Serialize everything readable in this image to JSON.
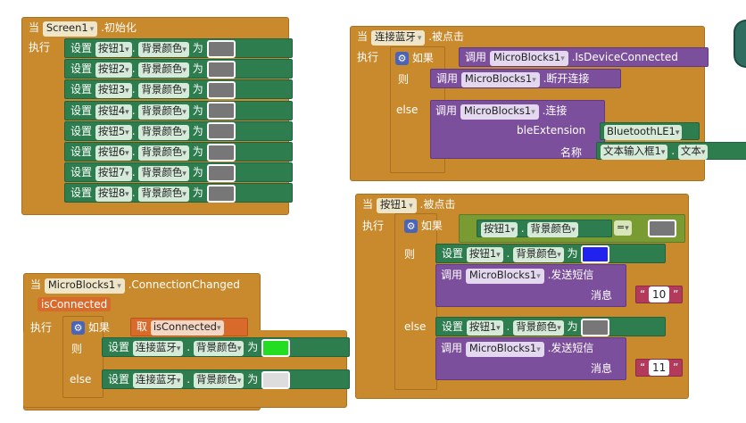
{
  "common": {
    "when": "当",
    "do": "执行",
    "set": "设置",
    "call": "调用",
    "bgcolor": "背景颜色",
    "to": "为",
    "if": "如果",
    "then": "则",
    "else": "else",
    "dot": ".",
    "arrow": "▾"
  },
  "block_init": {
    "component": "Screen1",
    "event": ".初始化",
    "buttons": [
      "按钮1",
      "按钮2",
      "按钮3",
      "按钮4",
      "按钮5",
      "按钮6",
      "按钮7",
      "按钮8"
    ]
  },
  "block_bt_click": {
    "component": "连接蓝牙",
    "event": ".被点击",
    "mb": "MicroBlocks1",
    "is_connected": ".IsDeviceConnected",
    "disconnect": ".断开连接",
    "connect": ".连接",
    "ble_label": "bleExtension",
    "ble_value": "BluetoothLE1",
    "name_label": "名称",
    "textbox": "文本输入框1",
    "text_prop": "文本"
  },
  "block_btn1_click": {
    "component": "按钮1",
    "event": ".被点击",
    "btn": "按钮1",
    "eq": "=",
    "mb": "MicroBlocks1",
    "send": ".发送短信",
    "msg_label": "消息",
    "msg_then": "10",
    "msg_else": "11",
    "quote_open": "“",
    "quote_close": "”",
    "colors": {
      "then": "#2222ee",
      "else": "#777777"
    }
  },
  "block_conn_changed": {
    "component": "MicroBlocks1",
    "event": ".ConnectionChanged",
    "param": "isConnected",
    "get": "取",
    "get_var": "isConnected",
    "target": "连接蓝牙",
    "colors": {
      "then": "#22dd22",
      "else": "#dddddd"
    }
  },
  "colors": {
    "event": "#c88a2c",
    "component_set": "#2e7d4f",
    "procedure": "#7b4f9b",
    "text": "#b33a5a",
    "variable": "#d86b2c",
    "logic": "#7a9a32"
  }
}
